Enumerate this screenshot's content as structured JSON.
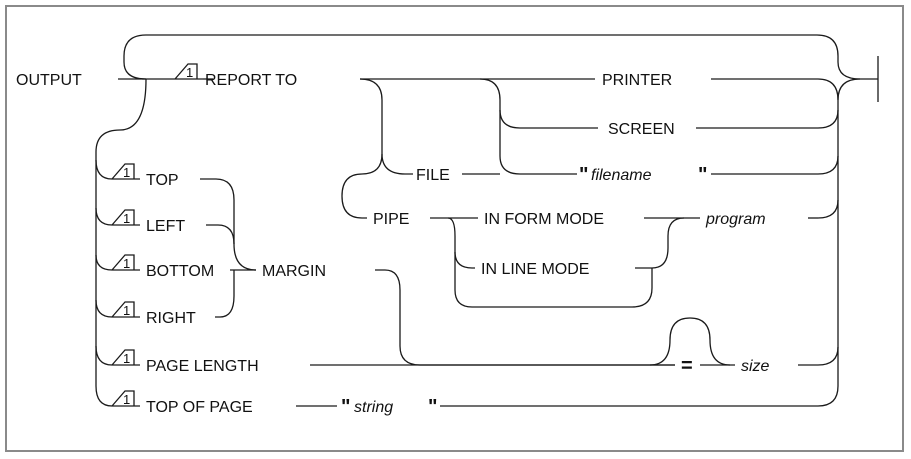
{
  "diagram": {
    "start_keyword": "OUTPUT",
    "marker": "1",
    "report_to": "REPORT TO",
    "destinations": {
      "printer": "PRINTER",
      "screen": "SCREEN",
      "file": "FILE",
      "filename": "filename",
      "pipe": "PIPE",
      "in_form_mode": "IN FORM MODE",
      "in_line_mode": "IN LINE MODE",
      "program": "program"
    },
    "margins": {
      "top": "TOP",
      "left": "LEFT",
      "bottom": "BOTTOM",
      "right": "RIGHT",
      "margin": "MARGIN"
    },
    "page_length": "PAGE LENGTH",
    "equals": "=",
    "size": "size",
    "top_of_page": "TOP OF PAGE",
    "string": "string",
    "quote": "\""
  }
}
